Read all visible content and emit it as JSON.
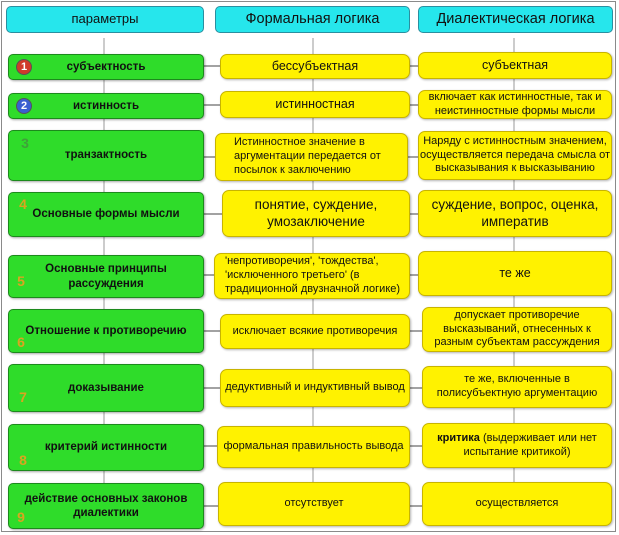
{
  "header": {
    "params": "параметры",
    "formal": "Формальная логика",
    "dialectic": "Диалектическая логика"
  },
  "rows": [
    {
      "num": "1",
      "param": "субъектность",
      "formal": "бессубъектная",
      "dialectic": "субъектная"
    },
    {
      "num": "2",
      "param": "истинность",
      "formal": "истинностная",
      "dialectic": "включает как истинностные, так и неистинностные формы мысли"
    },
    {
      "num": "3",
      "param": "транзактность",
      "formal": "Истинностное значение в аргументации передается от посылок к заключению",
      "dialectic": "Наряду с истинностным значением, осуществляется передача смысла от высказывания к высказыванию"
    },
    {
      "num": "4",
      "param": "Основные формы мысли",
      "formal": "понятие, суждение, умозаключение",
      "dialectic": "суждение, вопрос, оценка, императив"
    },
    {
      "num": "5",
      "param": "Основные принципы рассуждения",
      "formal": "'непротиворечия', 'тождества', 'исключенного третьего' (в традиционной двузначной логике)",
      "dialectic": "те же"
    },
    {
      "num": "6",
      "param": "Отношение к противоречию",
      "formal": "исключает всякие противоречия",
      "dialectic": "допускает противоречие высказываний, отнесенных к разным субъектам рассуждения"
    },
    {
      "num": "7",
      "param": "доказывание",
      "formal": "дедуктивный и индуктивный вывод",
      "dialectic": "те же, включенные в полисубъектную аргументацию"
    },
    {
      "num": "8",
      "param": "критерий истинности",
      "formal": "формальная правильность вывода",
      "dialectic_bold": "критика",
      "dialectic": " (выдерживает или нет испытание критикой)"
    },
    {
      "num": "9",
      "param": "действие основных законов диалектики",
      "formal": "отсутствует",
      "dialectic": "осуществляется"
    }
  ],
  "colors": {
    "header": "#26e6ec",
    "param": "#2fdc2a",
    "value": "#fff200",
    "badge1": "#d03a2a",
    "badge2": "#3a5fd0",
    "badge_green": "#3fa03a",
    "badge_gold": "#d9a520"
  }
}
